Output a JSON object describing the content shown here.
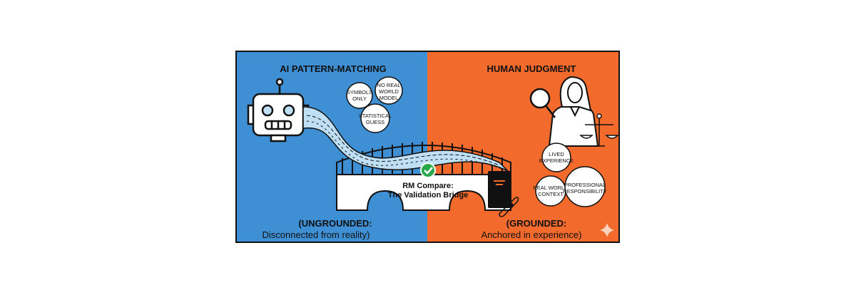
{
  "colors": {
    "left_panel": "#3f8fd5",
    "right_panel": "#f26a2c",
    "check": "#27a84a",
    "outline": "#111111"
  },
  "left": {
    "title": "AI PATTERN-MATCHING",
    "bubbles": [
      {
        "lines": [
          "SYMBOLS",
          "ONLY"
        ]
      },
      {
        "lines": [
          "NO REAL",
          "WORLD",
          "MODEL"
        ]
      },
      {
        "lines": [
          "STATISTICAL",
          "GUESS"
        ]
      }
    ],
    "caption_bold": "(UNGROUNDED:",
    "caption": "Disconnected from reality)"
  },
  "right": {
    "title": "HUMAN JUDGMENT",
    "bubbles": [
      {
        "lines": [
          "LIVED",
          "EXPERIENCE"
        ]
      },
      {
        "lines": [
          "REAL WORLD",
          "CONTEXT"
        ]
      },
      {
        "lines": [
          "PROFESSIONAL",
          "RESPONSIBILITY"
        ]
      }
    ],
    "caption_bold": "(GROUNDED:",
    "caption": "Anchored in experience)"
  },
  "bridge": {
    "line1": "RM Compare:",
    "line2": "The Validation Bridge"
  },
  "icons": [
    "robot-icon",
    "data-stream-icon",
    "bridge-icon",
    "checkmark-icon",
    "book-icon",
    "diploma-icon",
    "woman-icon",
    "magnifier-icon",
    "scales-icon",
    "sparkle-icon"
  ]
}
